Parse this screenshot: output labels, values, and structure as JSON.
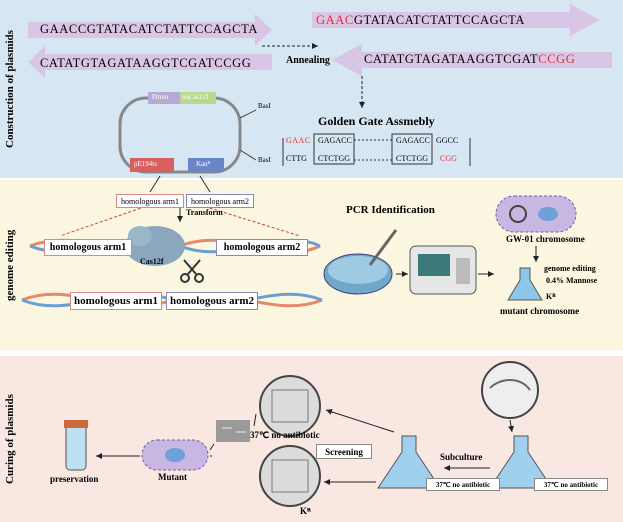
{
  "sections": {
    "plasmid": "Construction of plasmids",
    "editing": "genome editing",
    "curing": "Curing of plasmids"
  },
  "oligos": {
    "top_left": "GAACCGTATACATCTATTCCAGCTA",
    "bottom_left": "CATATGTAGATAAGGTCGATCCGG",
    "top_right_overhang": "GAAC",
    "top_right_rest": "GTATACATCTATTCCAGCTA",
    "bottom_right_rest": "CATATGTAGATAAGGTCGAT",
    "bottom_right_overhang": "CCGG",
    "annealing": "Annealing"
  },
  "plasmid_map": {
    "pmno": "Pmno",
    "cas12f": "enCas12f",
    "pe194ts": "pE194ts",
    "kan": "Kanᴿ",
    "bsai_top": "BasI",
    "bsai_bottom": "BasI"
  },
  "golden_gate": {
    "title": "Golden Gate Assmebly",
    "top_left_red": "GAAC",
    "top_mid": "GAGACC",
    "top_mid2": "GAGACC",
    "top_right": "GGCC",
    "bottom_left": "CTTG",
    "bottom_mid": "CTCTGG",
    "bottom_mid2": "CTCTGG",
    "bottom_right_red": "CGG"
  },
  "editing": {
    "arm1": "homologous arm1",
    "arm2": "homologous arm2",
    "transform": "Transform",
    "cas": "Cas12f",
    "big_arm1": "homologous arm1",
    "big_arm2": "homologous arm2",
    "big_arm1b": "homologous arm1",
    "big_arm2b": "homologous arm2",
    "pcr": "PCR Identification",
    "gw_chromosome": "GW-01 chromosome",
    "genome_editing": "genome editing",
    "mannose": "0.4% Mannose",
    "kr": "Kᴿ",
    "mutant_chr": "mutant chromosome"
  },
  "curing": {
    "no_antibiotic_plate": "37℃ no antibiotic",
    "screening": "Screening",
    "kr_plate": "Kᴿ",
    "mutant": "Mutant",
    "preservation": "preservation",
    "subculture": "Subculture",
    "flask_left": "37℃ no antibiotic",
    "flask_right": "37℃ no antibiotic"
  }
}
